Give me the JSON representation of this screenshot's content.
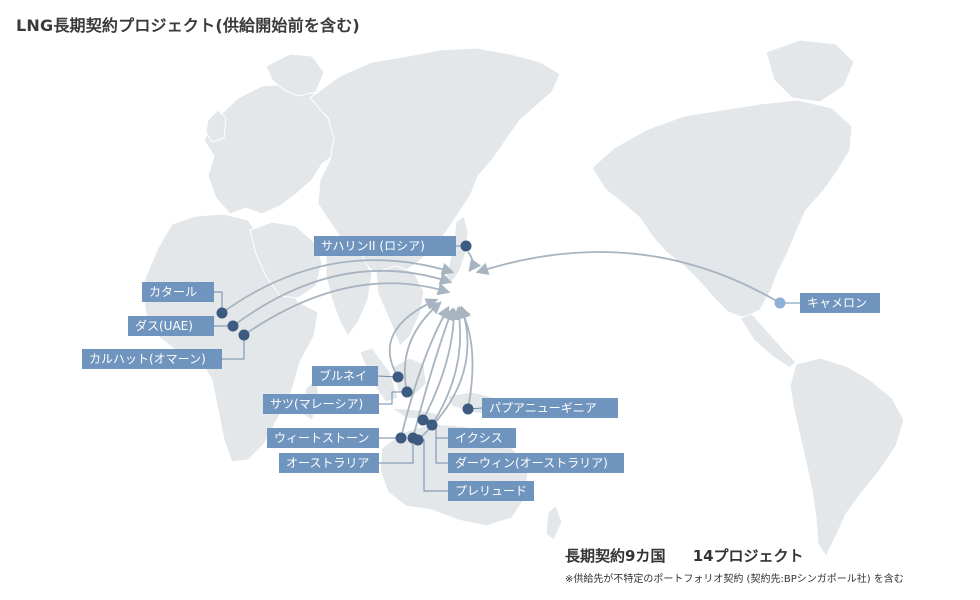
{
  "title": "LNG長期契約プロジェクト(供給開始前を含む)",
  "summary": {
    "countries": "長期契約9カ国",
    "projects": "14プロジェクト"
  },
  "note": "※供給先が不特定のポートフォリオ契約 (契約先:BPシンガポール社) を含む",
  "colors": {
    "land": "#e4e7ea",
    "label_bg": "#6f94bd",
    "dot": "#3d5a80",
    "arrow": "#a8b4c0",
    "leader": "#6e8bab"
  },
  "projects": [
    {
      "id": "sakhalin",
      "label": "サハリンII (ロシア)"
    },
    {
      "id": "qatar",
      "label": "カタール"
    },
    {
      "id": "das",
      "label": "ダス(UAE)"
    },
    {
      "id": "qalhat",
      "label": "カルハット(オマーン)"
    },
    {
      "id": "brunei",
      "label": "ブルネイ"
    },
    {
      "id": "satu",
      "label": "サツ(マレーシア)"
    },
    {
      "id": "wheatstone",
      "label": "ウィートストーン"
    },
    {
      "id": "australia",
      "label": "オーストラリア"
    },
    {
      "id": "png",
      "label": "パプアニューギニア"
    },
    {
      "id": "ichthys",
      "label": "イクシス"
    },
    {
      "id": "darwin",
      "label": "ダーウィン(オーストラリア)"
    },
    {
      "id": "prelude",
      "label": "プレリュード"
    },
    {
      "id": "cameron",
      "label": "キャメロン"
    }
  ]
}
